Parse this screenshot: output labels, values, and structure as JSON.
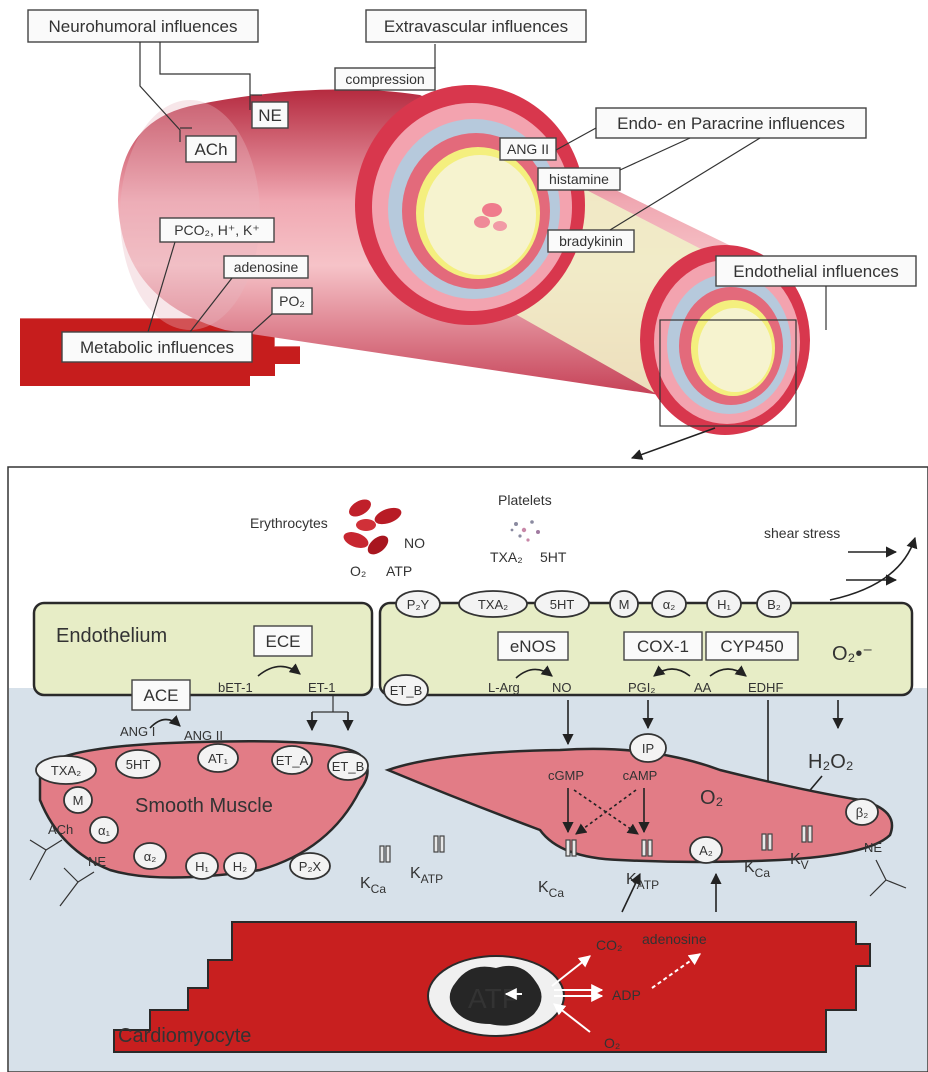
{
  "colors": {
    "vessel": "#c8334a",
    "vessel_light": "#f2a6ae",
    "endothelium": "#e6ecc4",
    "smooth_muscle": "#e07d86",
    "cardiomyocyte": "#c81e1e",
    "panel_bg": "#d6e1ea"
  },
  "top": {
    "influences": {
      "neurohumoral": "Neurohumoral influences",
      "extravascular": "Extravascular influences",
      "paracrine": "Endo- en Paracrine influences",
      "endothelial": "Endothelial influences",
      "metabolic": "Metabolic influences"
    },
    "labels": {
      "compression": "compression",
      "ne": "NE",
      "ach": "ACh",
      "ang2": "ANG II",
      "histamine": "histamine",
      "bradykinin": "bradykinin",
      "pco2": "PCO₂, H⁺, K⁺",
      "adenosine": "adenosine",
      "po2": "PO₂"
    }
  },
  "bottom": {
    "erythrocytes": "Erythrocytes",
    "ery_no": "NO",
    "ery_o2": "O₂",
    "ery_atp": "ATP",
    "platelets": "Platelets",
    "plt_txa2": "TXA₂",
    "plt_5ht": "5HT",
    "shear_stress": "shear stress",
    "endothelium": "Endothelium",
    "endo_receptors": [
      "P₂Y",
      "TXA₂",
      "5HT",
      "M",
      "α₂",
      "H₁",
      "B₂"
    ],
    "eta_b": "ET_B",
    "enzymes": {
      "ece": "ECE",
      "ace": "ACE",
      "enos": "eNOS",
      "cox1": "COX-1",
      "cyp450": "CYP450"
    },
    "reactions": {
      "bet1": "bET-1",
      "et1": "ET-1",
      "ang1": "ANG I",
      "ang2": "ANG II",
      "larg": "L-Arg",
      "no": "NO",
      "pgi2": "PGI₂",
      "aa": "AA",
      "edhf": "EDHF",
      "o2rad": "O₂•⁻",
      "h2o2": "H₂O₂"
    },
    "smooth_muscle": "Smooth Muscle",
    "sm_receptors_top": [
      "TXA₂",
      "5HT",
      "AT₁",
      "ET_A",
      "ET_B"
    ],
    "sm_receptors_bottom": [
      "M",
      "α₁",
      "α₂",
      "H₁",
      "H₂",
      "P₂X"
    ],
    "sm_neuro": {
      "ach": "ACh",
      "ne": "NE"
    },
    "channels": {
      "kca": "K_Ca",
      "katp": "K_ATP",
      "kv": "K_V"
    },
    "sm2": {
      "ip": "IP",
      "cgmp": "cGMP",
      "camp": "cAMP",
      "o2": "O₂",
      "a2": "A₂",
      "b2": "β₂",
      "ne": "NE"
    },
    "cardio": {
      "label": "Cardiomyocyte",
      "atp": "ATP",
      "co2": "CO₂",
      "adp": "ADP",
      "adenosine": "adenosine",
      "o2": "O₂"
    }
  }
}
